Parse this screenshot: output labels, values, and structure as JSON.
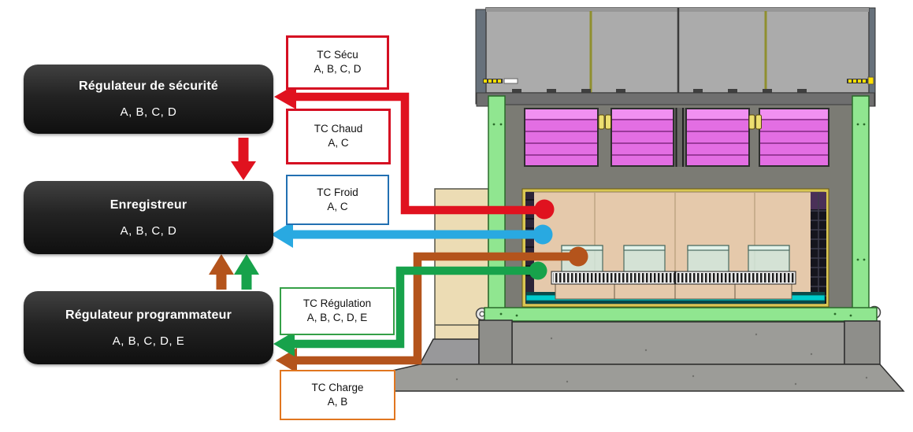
{
  "diagram": {
    "controllers": [
      {
        "title": "Régulateur de sécurité",
        "channels": "A, B, C, D"
      },
      {
        "title": "Enregistreur",
        "channels": "A, B, C, D"
      },
      {
        "title": "Régulateur programmateur",
        "channels": "A, B, C, D, E"
      }
    ],
    "tc_labels": [
      {
        "title": "TC Sécu",
        "channels": "A, B, C, D",
        "color": "#d50f22"
      },
      {
        "title": "TC Chaud",
        "channels": "A, C",
        "color": "#d50f22"
      },
      {
        "title": "TC Froid",
        "channels": "A, C",
        "color": "#2270b2"
      },
      {
        "title": "TC Régulation",
        "channels": "A, B, C, D, E",
        "color": "#35a047"
      },
      {
        "title": "TC Charge",
        "channels": "A, B",
        "color": "#e1761f"
      }
    ],
    "colors": {
      "safety_red": "#e0121f",
      "recorder_blue": "#29a9e1",
      "regulation_green": "#17a24b",
      "charge_brown": "#b4541c"
    }
  }
}
